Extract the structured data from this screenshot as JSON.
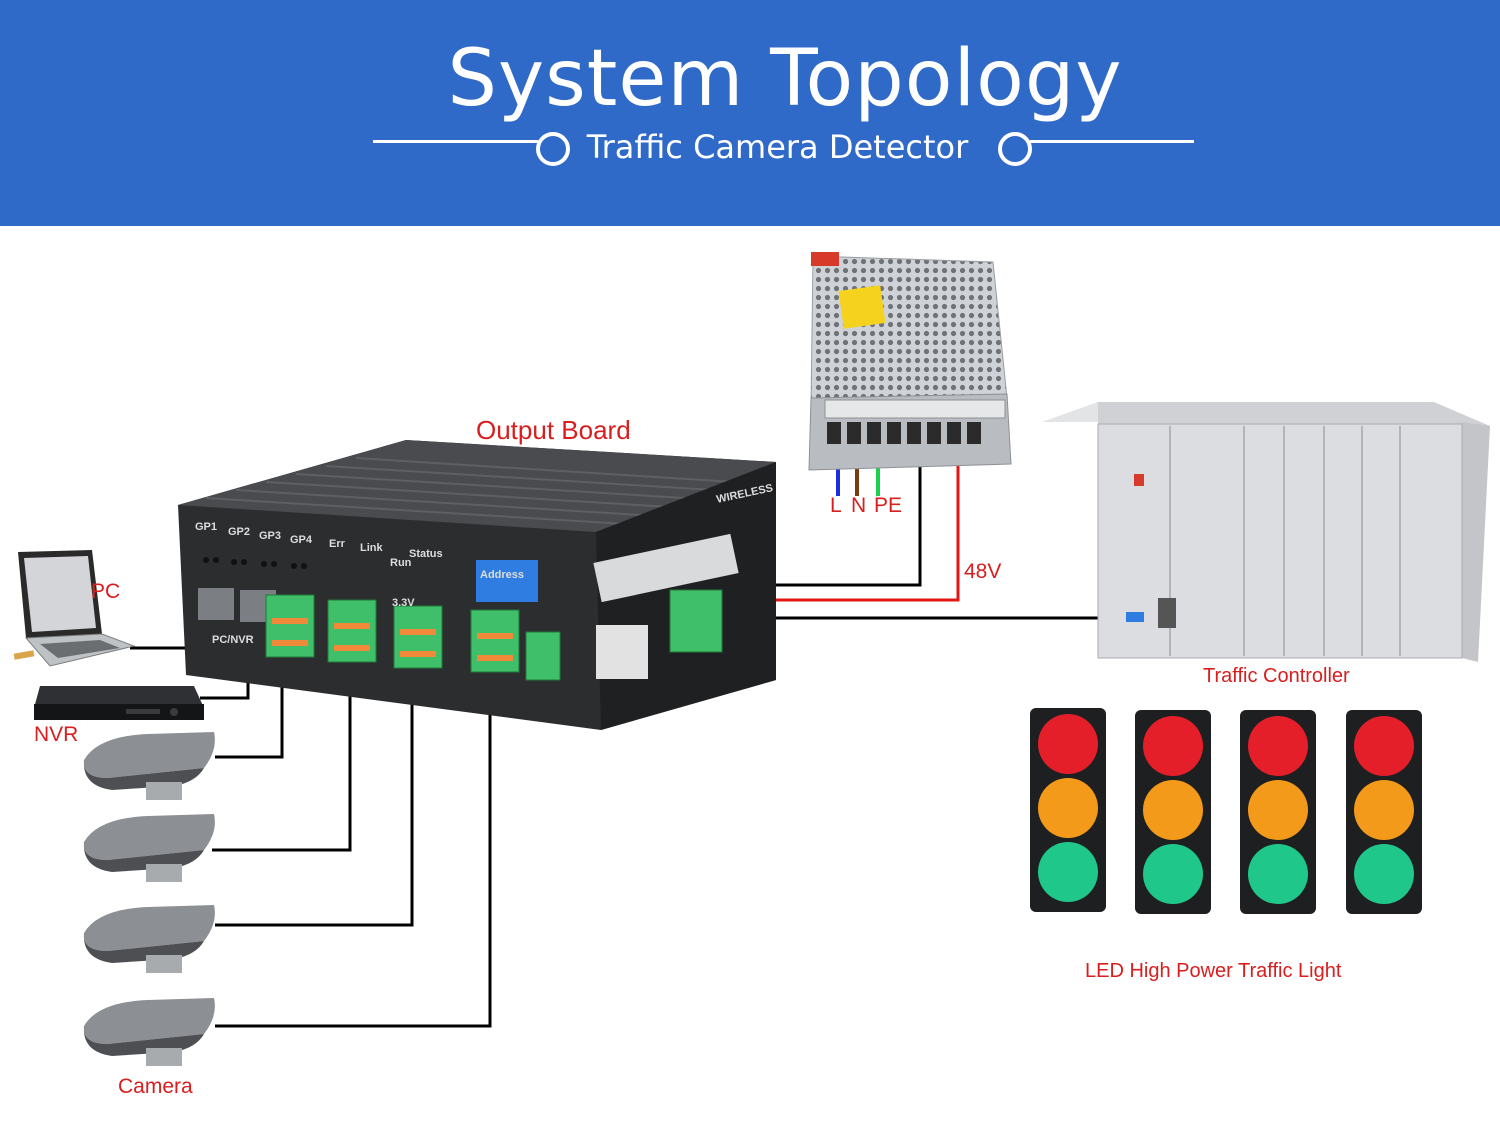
{
  "header": {
    "title": "System Topology",
    "subtitle": "Traffic Camera Detector"
  },
  "labels": {
    "output_board": "Output Board",
    "pc": "PC",
    "nvr": "NVR",
    "camera": "Camera",
    "traffic_controller": "Traffic Controller",
    "traffic_light": "LED High Power Traffic Light",
    "voltage": "48V",
    "terminal_l": "L",
    "terminal_n": "N",
    "terminal_pe": "PE"
  },
  "board_text": {
    "gp1": "GP1",
    "gp2": "GP2",
    "gp3": "GP3",
    "gp4": "GP4",
    "err": "Err",
    "link": "Link",
    "status": "Status",
    "run": "Run",
    "address": "Address",
    "wireless": "WIRELESS",
    "pc_nvr": "PC/NVR",
    "v33": "3.3V"
  },
  "colors": {
    "banner": "#306ac8",
    "label": "#d81e1e",
    "wire_live": "#1c2fe0",
    "wire_neutral": "#7a3a12",
    "wire_earth": "#19d24a",
    "wire_dc": "#e31515"
  }
}
